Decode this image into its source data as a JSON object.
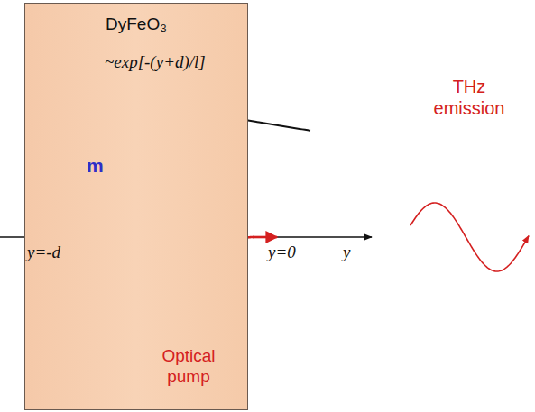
{
  "diagram": {
    "nodes": [
      {
        "text": [
          "DyFeO₃"
        ]
      }
    ],
    "labels": [
      "~exp[-(y+d)/l]",
      "m",
      "Optical pump",
      "THz emission",
      "y=-d",
      "y=0",
      "y"
    ]
  }
}
